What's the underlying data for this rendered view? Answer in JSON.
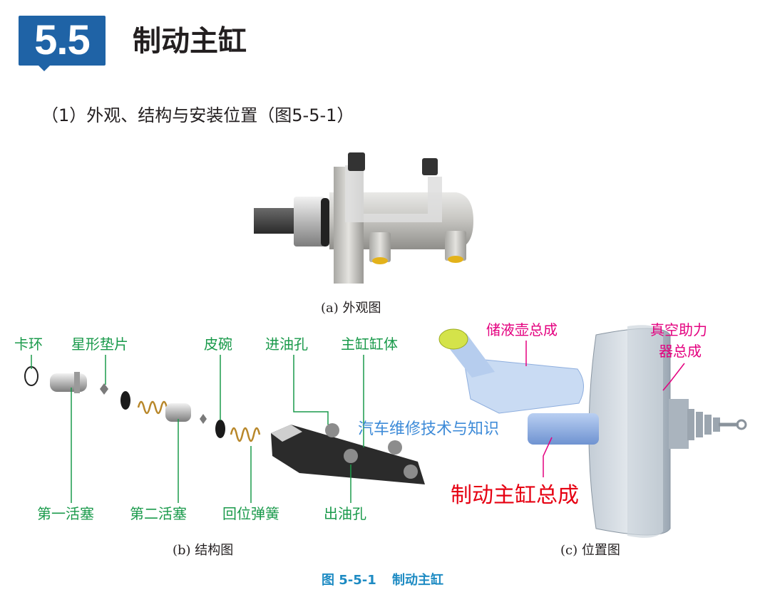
{
  "section": {
    "number": "5.5",
    "title": "制动主缸"
  },
  "subheading": "（1）外观、结构与安装位置（图5-5-1）",
  "captions": {
    "a": "(a) 外观图",
    "b": "(b) 结构图",
    "c": "(c) 位置图"
  },
  "figure_caption": {
    "number": "图 5-5-1",
    "title": "制动主缸"
  },
  "structure_labels": {
    "snap_ring": "卡环",
    "star_washer": "星形垫片",
    "cup": "皮碗",
    "inlet_port": "进油孔",
    "cylinder_body": "主缸缸体",
    "first_piston": "第一活塞",
    "second_piston": "第二活塞",
    "return_spring": "回位弹簧",
    "outlet_port": "出油孔"
  },
  "position_labels": {
    "reservoir": "储液壶总成",
    "booster_line1": "真空助力",
    "booster_line2": "器总成",
    "master_cylinder": "制动主缸总成"
  },
  "watermark": "汽车维修技术与知识",
  "colors": {
    "section_blue": "#1f63a6",
    "label_green": "#1a9a4b",
    "label_pink": "#e4007f",
    "label_red": "#e60012",
    "caption_blue": "#1e8bc3"
  }
}
